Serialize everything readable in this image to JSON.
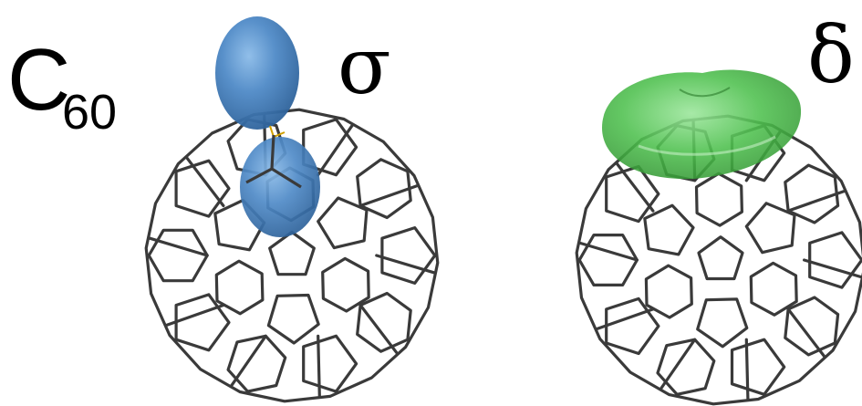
{
  "molecule": {
    "main": "C",
    "subscript": "60"
  },
  "panels": [
    {
      "symbol": "σ",
      "orbital_color": "#3d78b8",
      "orbital_highlight": "#7fb3e6",
      "orbital_shape": "two-lobed dumbbell above cage"
    },
    {
      "symbol": "δ",
      "orbital_color": "#3fae3f",
      "orbital_highlight": "#8fe08f",
      "orbital_shape": "toroidal ring above cage"
    }
  ],
  "cage": {
    "type": "fullerene wireframe",
    "edge_color": "#3a3a3a"
  }
}
